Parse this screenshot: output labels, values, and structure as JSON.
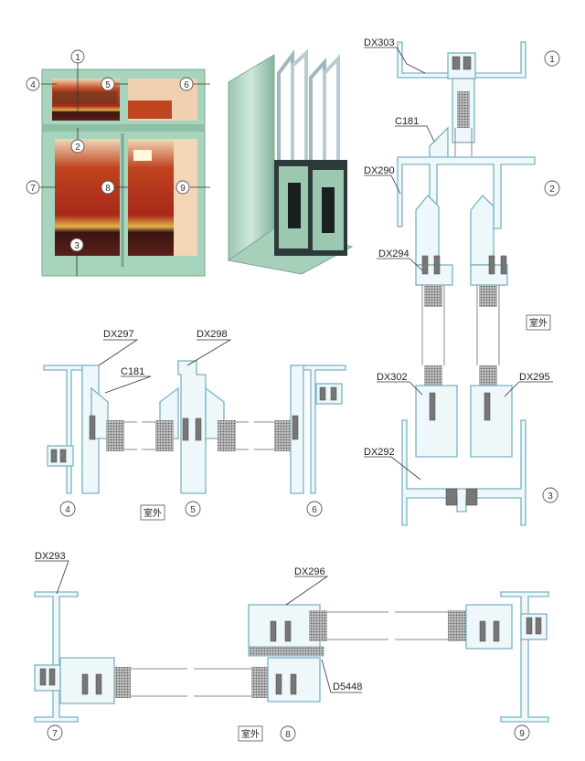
{
  "photo_markers": [
    "1",
    "2",
    "3",
    "4",
    "5",
    "6",
    "7",
    "8",
    "9"
  ],
  "right_section": {
    "labels": [
      "DX303",
      "C181",
      "DX290",
      "DX294",
      "DX302",
      "DX295",
      "DX292"
    ],
    "markers": [
      "1",
      "2",
      "3"
    ],
    "outdoor": "室外"
  },
  "middle_section": {
    "labels": [
      "DX297",
      "DX298",
      "C181"
    ],
    "markers": [
      "4",
      "5",
      "6"
    ],
    "outdoor": "室外"
  },
  "bottom_section": {
    "labels": [
      "DX293",
      "DX296",
      "D5448"
    ],
    "markers": [
      "7",
      "8",
      "9"
    ],
    "outdoor": "室外"
  },
  "colors": {
    "frame": "#a6d4bd",
    "profile_stroke": "#7ab2c4",
    "profile_fill": "#eef8fa",
    "interior_red": "#b8301c"
  }
}
